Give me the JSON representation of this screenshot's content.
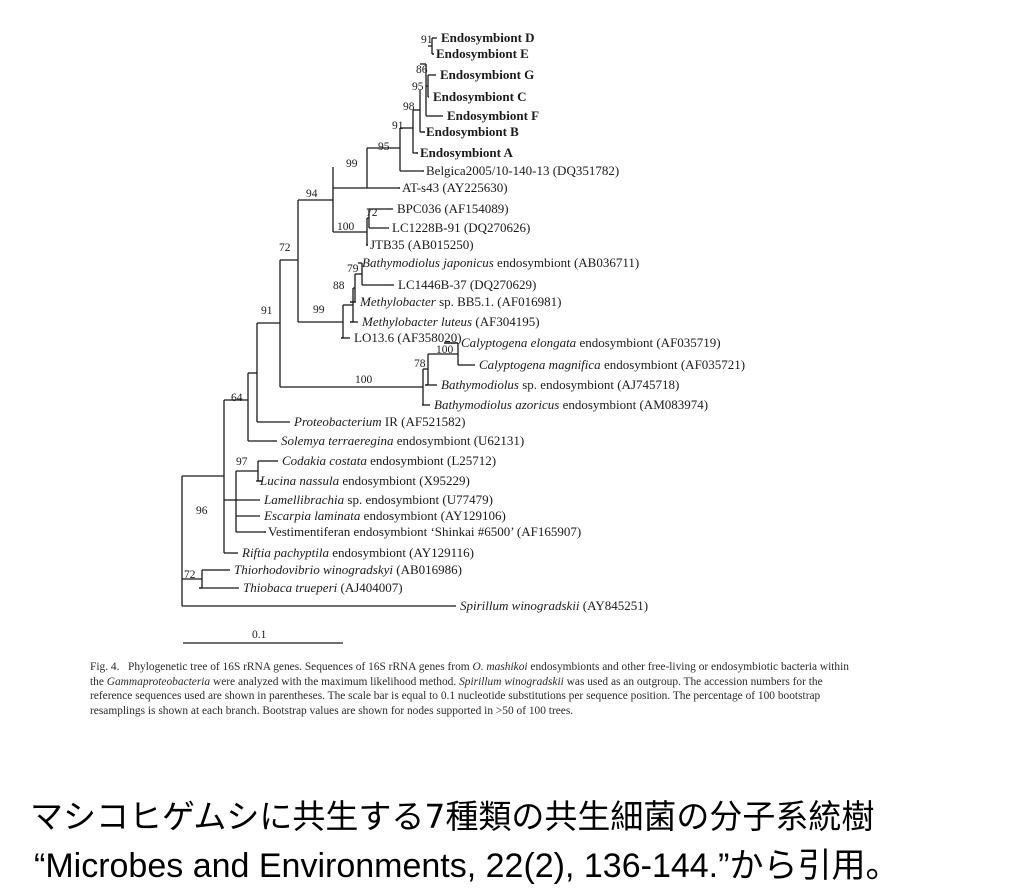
{
  "tree": {
    "taxa": [
      {
        "id": "D",
        "label": "Endosymbiont D",
        "bold": true
      },
      {
        "id": "E",
        "label": "Endosymbiont E",
        "bold": true
      },
      {
        "id": "G",
        "label": "Endosymbiont G",
        "bold": true
      },
      {
        "id": "C",
        "label": "Endosymbiont C",
        "bold": true
      },
      {
        "id": "F",
        "label": "Endosymbiont F",
        "bold": true
      },
      {
        "id": "B",
        "label": "Endosymbiont B",
        "bold": true
      },
      {
        "id": "A",
        "label": "Endosymbiont A",
        "bold": true
      },
      {
        "id": "belgica",
        "label": "Belgica2005/10-140-13 (DQ351782)"
      },
      {
        "id": "ats43",
        "label": "AT-s43 (AY225630)"
      },
      {
        "id": "bpc036",
        "label": "BPC036 (AF154089)"
      },
      {
        "id": "lc1228",
        "label": "LC1228B-91 (DQ270626)"
      },
      {
        "id": "jtb35",
        "label": "JTB35 (AB015250)"
      },
      {
        "id": "bjap",
        "italic": "Bathymodiolus japonicus",
        "rest": " endosymbiont (AB036711)"
      },
      {
        "id": "lc1446",
        "label": "LC1446B-37 (DQ270629)"
      },
      {
        "id": "mbb51",
        "italic": "Methylobacter",
        "rest": " sp. BB5.1. (AF016981)"
      },
      {
        "id": "mlut",
        "italic": "Methylobacter luteus",
        "rest": " (AF304195)"
      },
      {
        "id": "lo136",
        "label": "LO13.6 (AF358020)"
      },
      {
        "id": "cel",
        "italic": "Calyptogena elongata",
        "rest": " endosymbiont (AF035719)"
      },
      {
        "id": "cmag",
        "italic": "Calyptogena magnifica",
        "rest": " endosymbiont (AF035721)"
      },
      {
        "id": "bsp",
        "italic": "Bathymodiolus",
        "rest": " sp. endosymbiont (AJ745718)"
      },
      {
        "id": "bazo",
        "italic": "Bathymodiolus azoricus",
        "rest": " endosymbiont (AM083974)"
      },
      {
        "id": "prot",
        "italic": "Proteobacterium",
        "rest": " IR (AF521582)"
      },
      {
        "id": "sol",
        "italic": "Solemya terraeregina",
        "rest": " endosymbiont    (U62131)"
      },
      {
        "id": "cod",
        "italic": "Codakia costata",
        "rest": " endosymbiont (L25712)"
      },
      {
        "id": "luc",
        "italic": "Lucina nassula",
        "rest": " endosymbiont (X95229)"
      },
      {
        "id": "lam",
        "italic": "Lamellibrachia",
        "rest": " sp. endosymbiont (U77479)"
      },
      {
        "id": "esc",
        "italic": "Escarpia laminata",
        "rest": " endosymbiont (AY129106)"
      },
      {
        "id": "ves",
        "label": "Vestimentiferan endosymbiont ‘Shinkai #6500’ (AF165907)"
      },
      {
        "id": "rif",
        "italic": "Riftia pachyptila",
        "rest": " endosymbiont (AY129116)"
      },
      {
        "id": "thio",
        "italic": "Thiorhodovibrio winogradskyi",
        "rest": " (AB016986)"
      },
      {
        "id": "thtr",
        "italic": "Thiobaca trueperi",
        "rest": " (AJ404007)"
      },
      {
        "id": "spir",
        "italic": "Spirillum winogradskii",
        "rest": " (AY845251)"
      }
    ],
    "bootstraps": [
      "91",
      "86",
      "95",
      "98",
      "91",
      "95",
      "99",
      "72",
      "100",
      "94",
      "79",
      "88",
      "99",
      "100",
      "78",
      "100",
      "72",
      "91",
      "64",
      "97",
      "96",
      "72"
    ],
    "scale_label": "0.1"
  },
  "caption": {
    "figno": "Fig. 4.",
    "parts": [
      {
        "t": "Phylogenetic tree of 16S rRNA genes. Sequences of 16S rRNA genes from "
      },
      {
        "t": "O. mashikoi",
        "i": true
      },
      {
        "t": " endosymbionts and other free-living or endosymbiotic bacteria within the "
      },
      {
        "t": "Gammaproteobacteria",
        "i": true
      },
      {
        "t": " were analyzed with the maximum likelihood method. "
      },
      {
        "t": "Spirillum winogradskii",
        "i": true
      },
      {
        "t": " was used as an outgroup. The accession numbers for the reference sequences used are shown in parentheses. The scale bar is equal to 0.1 nucleotide substitutions per sequence position. The percentage of 100 bootstrap resamplings is shown at each branch. Bootstrap values are shown for nodes supported in >50 of 100 trees."
      }
    ]
  },
  "footer": {
    "line1": "マシコヒゲムシに共生する7種類の共生細菌の分子系統樹",
    "line2": "“Microbes and Environments, 22(2), 136-144.”から引用。"
  }
}
